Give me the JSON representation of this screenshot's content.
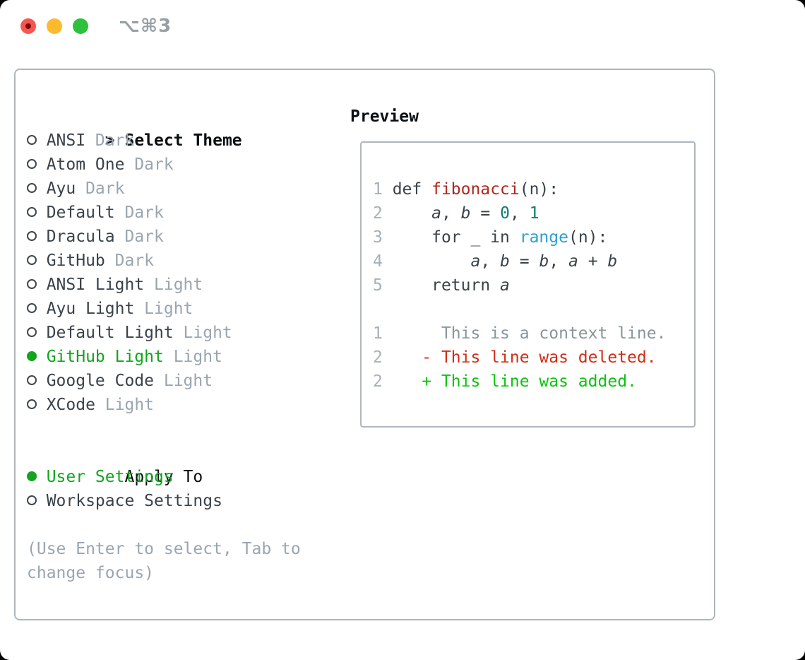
{
  "titlebar": {
    "shortcut": "⌥⌘3"
  },
  "colors": {
    "accent_green": "#12a51d",
    "added_green": "#0cc20c",
    "deleted_red": "#d22c14",
    "function_red": "#b1251d",
    "literal_teal": "#0e7d74",
    "builtin_blue": "#2ba0d2",
    "muted_gray": "#9aa5b1",
    "line_number_gray": "#a6b0ba",
    "context_gray": "#8b949d",
    "foreground": "#3a424a",
    "panel_border": "#aeb6be",
    "traffic_red": "#f4574e",
    "traffic_yellow": "#fcba2c",
    "traffic_green": "#2ec13c"
  },
  "theme_panel": {
    "header": {
      "marker": ">",
      "label": "Select Theme"
    },
    "items": [
      {
        "name": "ANSI",
        "variant": "Dark",
        "selected": false
      },
      {
        "name": "Atom One",
        "variant": "Dark",
        "selected": false
      },
      {
        "name": "Ayu",
        "variant": "Dark",
        "selected": false
      },
      {
        "name": "Default",
        "variant": "Dark",
        "selected": false
      },
      {
        "name": "Dracula",
        "variant": "Dark",
        "selected": false
      },
      {
        "name": "GitHub",
        "variant": "Dark",
        "selected": false
      },
      {
        "name": "ANSI Light",
        "variant": "Light",
        "selected": false
      },
      {
        "name": "Ayu Light",
        "variant": "Light",
        "selected": false
      },
      {
        "name": "Default Light",
        "variant": "Light",
        "selected": false
      },
      {
        "name": "GitHub Light",
        "variant": "Light",
        "selected": true
      },
      {
        "name": "Google Code",
        "variant": "Light",
        "selected": false
      },
      {
        "name": "XCode",
        "variant": "Light",
        "selected": false
      }
    ],
    "apply_to": {
      "label": "Apply To",
      "options": [
        {
          "name": "User Settings",
          "selected": true
        },
        {
          "name": "Workspace Settings",
          "selected": false
        }
      ]
    },
    "hint": "(Use Enter to select, Tab to change focus)"
  },
  "preview": {
    "title": "Preview",
    "code_lines": [
      {
        "num": "1",
        "segments": [
          [
            "fg",
            " def "
          ],
          [
            "fn",
            "fibonacci"
          ],
          [
            "fg",
            "(n):"
          ]
        ]
      },
      {
        "num": "2",
        "segments": [
          [
            "fg",
            "     "
          ],
          [
            "var",
            "a"
          ],
          [
            "fg",
            ", "
          ],
          [
            "var",
            "b"
          ],
          [
            "fg",
            " = "
          ],
          [
            "lit",
            "0"
          ],
          [
            "fg",
            ", "
          ],
          [
            "lit",
            "1"
          ]
        ]
      },
      {
        "num": "3",
        "segments": [
          [
            "fg",
            "     for _ in "
          ],
          [
            "bi",
            "range"
          ],
          [
            "fg",
            "(n):"
          ]
        ]
      },
      {
        "num": "4",
        "segments": [
          [
            "fg",
            "         "
          ],
          [
            "var",
            "a"
          ],
          [
            "fg",
            ", "
          ],
          [
            "var",
            "b"
          ],
          [
            "fg",
            " = "
          ],
          [
            "var",
            "b"
          ],
          [
            "fg",
            ", "
          ],
          [
            "var",
            "a"
          ],
          [
            "fg",
            " + "
          ],
          [
            "var",
            "b"
          ]
        ]
      },
      {
        "num": "5",
        "segments": [
          [
            "fg",
            "     return "
          ],
          [
            "var",
            "a"
          ]
        ]
      },
      {
        "num": "",
        "segments": []
      },
      {
        "num": "1",
        "segments": [
          [
            "ctx",
            "      This is a context line."
          ]
        ]
      },
      {
        "num": "2",
        "segments": [
          [
            "del",
            "    - This line was deleted."
          ]
        ]
      },
      {
        "num": "2",
        "segments": [
          [
            "add",
            "    + This line was added."
          ]
        ]
      }
    ]
  }
}
